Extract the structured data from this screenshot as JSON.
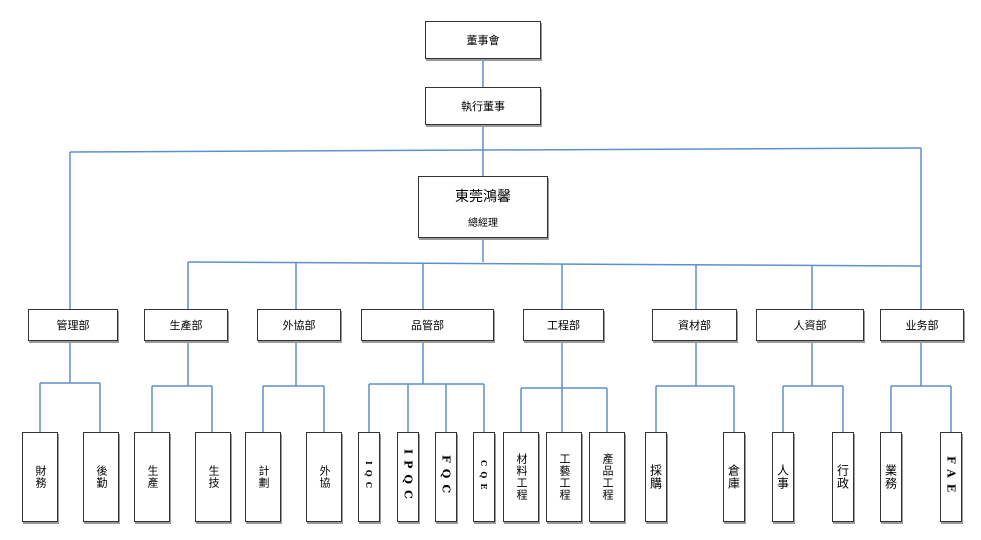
{
  "top": {
    "board": "董事會",
    "executive_director": "執行董事"
  },
  "ceo": {
    "name": "東莞鴻馨",
    "title": "總經理"
  },
  "departments": [
    {
      "label": "管理部",
      "children": [
        "財務",
        "後勤"
      ]
    },
    {
      "label": "生產部",
      "children": [
        "生產",
        "生技"
      ]
    },
    {
      "label": "外協部",
      "children": [
        "計劃",
        "外協"
      ]
    },
    {
      "label": "品管部",
      "children": [
        "IQC",
        "IPQC",
        "FQC",
        "CQE"
      ]
    },
    {
      "label": "工程部",
      "children": [
        "材料工程",
        "工藝工程",
        "產品工程"
      ]
    },
    {
      "label": "資材部",
      "children": [
        "採購",
        "倉庫"
      ]
    },
    {
      "label": "人資部",
      "children": [
        "人事",
        "行政"
      ]
    },
    {
      "label": "业务部",
      "children": [
        "業務",
        "FAE"
      ]
    }
  ],
  "colors": {
    "connector": "#5b8fd0",
    "box_border": "#333333"
  }
}
